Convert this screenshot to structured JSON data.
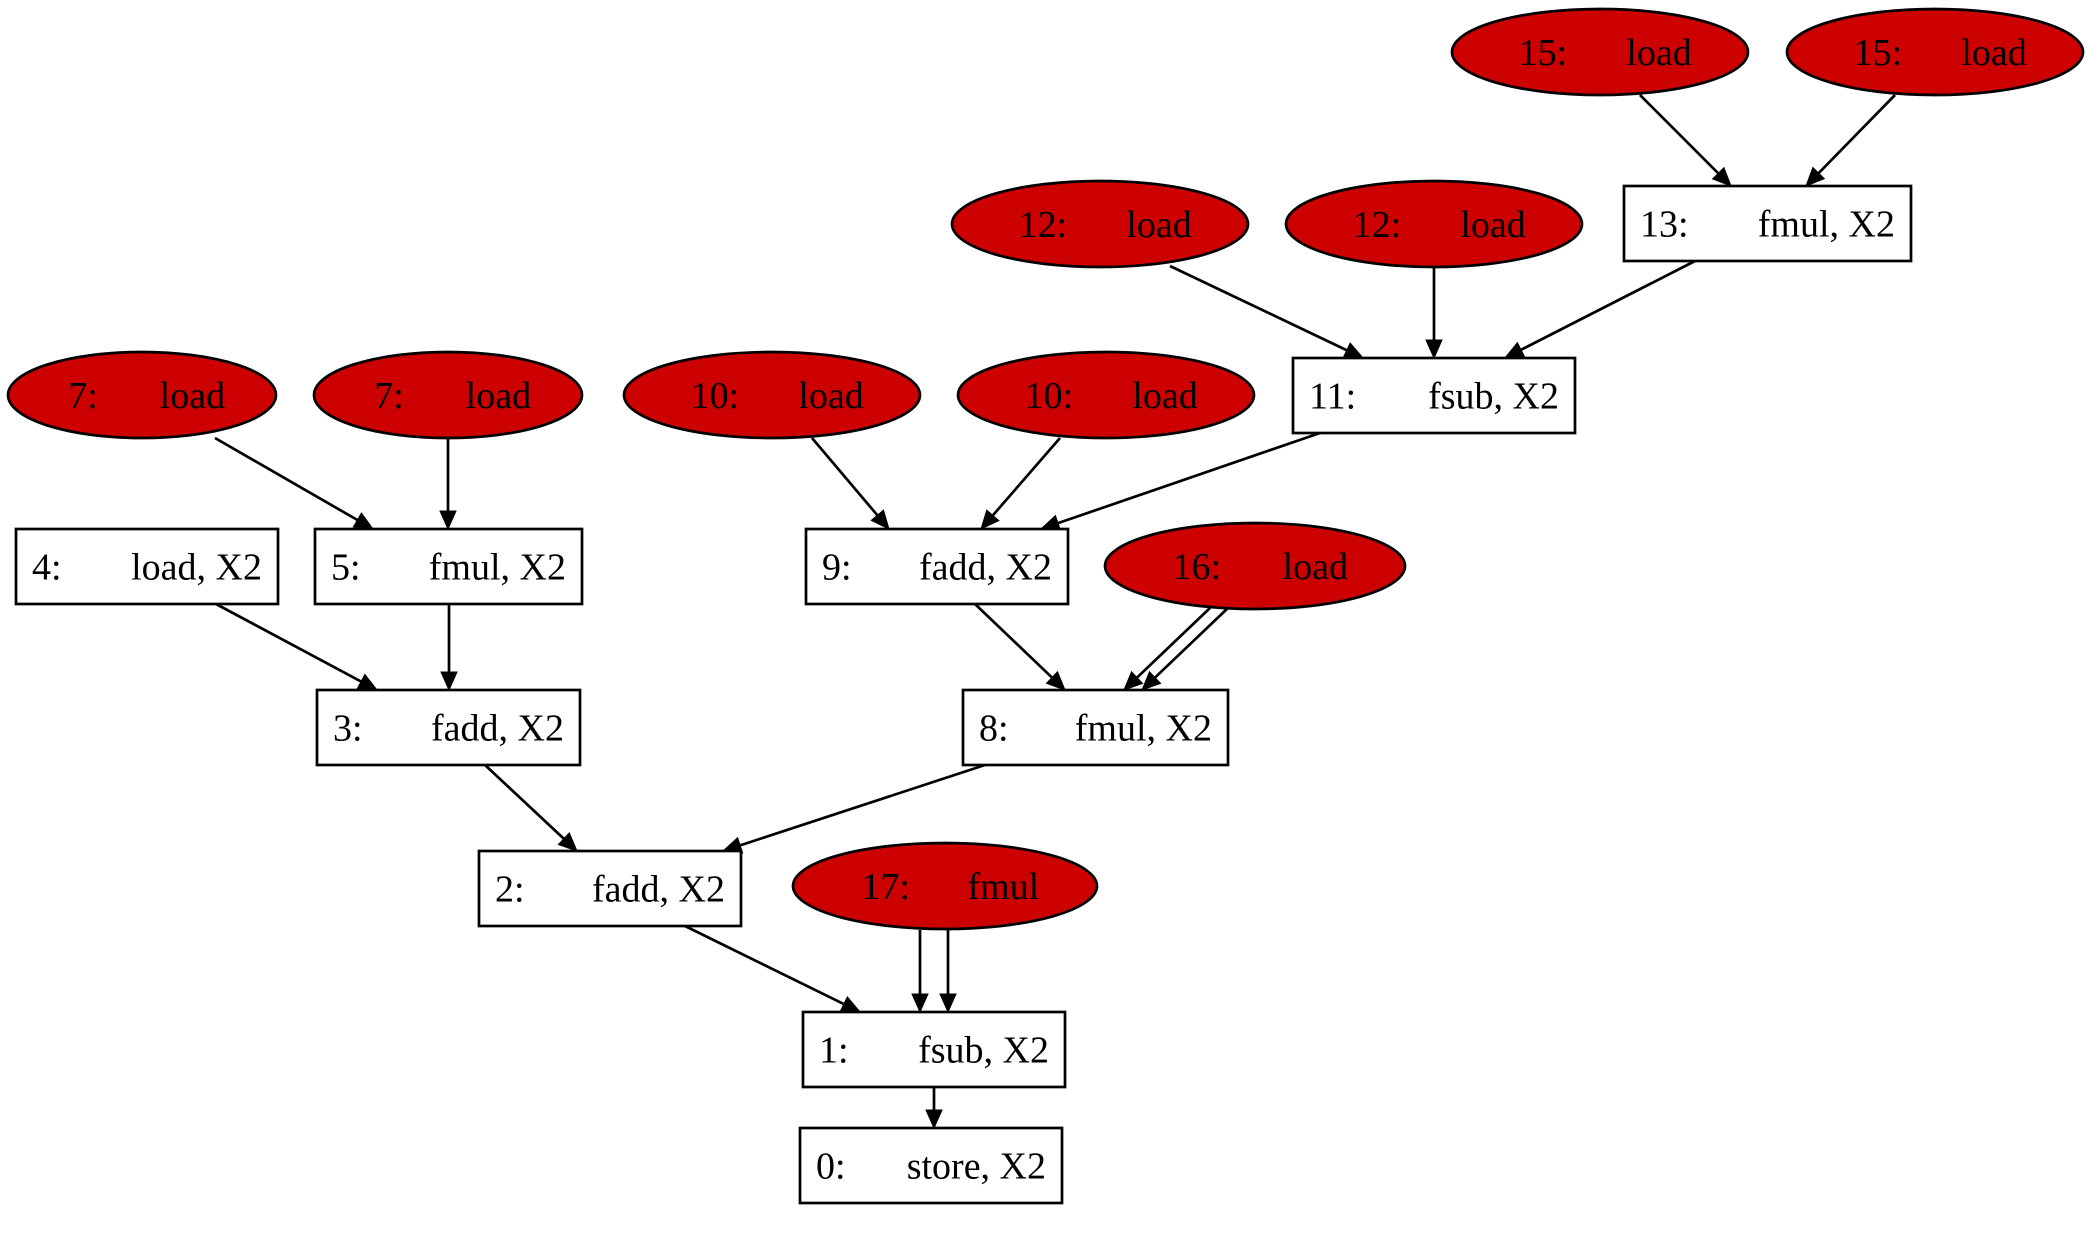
{
  "nodes": [
    {
      "id": "n0",
      "num": "0:",
      "op": "store, X2",
      "shape": "box"
    },
    {
      "id": "n1",
      "num": "1:",
      "op": "fsub, X2",
      "shape": "box"
    },
    {
      "id": "n2",
      "num": "2:",
      "op": "fadd, X2",
      "shape": "box"
    },
    {
      "id": "n17",
      "num": "17:",
      "op": "fmul",
      "shape": "oval"
    },
    {
      "id": "n3",
      "num": "3:",
      "op": "fadd, X2",
      "shape": "box"
    },
    {
      "id": "n8",
      "num": "8:",
      "op": "fmul, X2",
      "shape": "box"
    },
    {
      "id": "n4",
      "num": "4:",
      "op": "load, X2",
      "shape": "box"
    },
    {
      "id": "n5",
      "num": "5:",
      "op": "fmul, X2",
      "shape": "box"
    },
    {
      "id": "n9",
      "num": "9:",
      "op": "fadd, X2",
      "shape": "box"
    },
    {
      "id": "n16",
      "num": "16:",
      "op": "load",
      "shape": "oval"
    },
    {
      "id": "n7a",
      "num": "7:",
      "op": "load",
      "shape": "oval"
    },
    {
      "id": "n7b",
      "num": "7:",
      "op": "load",
      "shape": "oval"
    },
    {
      "id": "n10a",
      "num": "10:",
      "op": "load",
      "shape": "oval"
    },
    {
      "id": "n10b",
      "num": "10:",
      "op": "load",
      "shape": "oval"
    },
    {
      "id": "n11",
      "num": "11:",
      "op": "fsub, X2",
      "shape": "box"
    },
    {
      "id": "n12a",
      "num": "12:",
      "op": "load",
      "shape": "oval"
    },
    {
      "id": "n12b",
      "num": "12:",
      "op": "load",
      "shape": "oval"
    },
    {
      "id": "n13",
      "num": "13:",
      "op": "fmul, X2",
      "shape": "box"
    },
    {
      "id": "n15a",
      "num": "15:",
      "op": "load",
      "shape": "oval"
    },
    {
      "id": "n15b",
      "num": "15:",
      "op": "load",
      "shape": "oval"
    }
  ],
  "edges": [
    {
      "from": "n1",
      "to": "n0"
    },
    {
      "from": "n2",
      "to": "n1"
    },
    {
      "from": "n17",
      "to": "n1"
    },
    {
      "from": "n17",
      "to": "n1"
    },
    {
      "from": "n3",
      "to": "n2"
    },
    {
      "from": "n8",
      "to": "n2"
    },
    {
      "from": "n4",
      "to": "n3"
    },
    {
      "from": "n5",
      "to": "n3"
    },
    {
      "from": "n9",
      "to": "n8"
    },
    {
      "from": "n16",
      "to": "n8"
    },
    {
      "from": "n16",
      "to": "n8"
    },
    {
      "from": "n7a",
      "to": "n5"
    },
    {
      "from": "n7b",
      "to": "n5"
    },
    {
      "from": "n10a",
      "to": "n9"
    },
    {
      "from": "n10b",
      "to": "n9"
    },
    {
      "from": "n11",
      "to": "n9"
    },
    {
      "from": "n12a",
      "to": "n11"
    },
    {
      "from": "n12b",
      "to": "n11"
    },
    {
      "from": "n13",
      "to": "n11"
    },
    {
      "from": "n15a",
      "to": "n13"
    },
    {
      "from": "n15b",
      "to": "n13"
    }
  ],
  "colors": {
    "load_fill": "#cc0000",
    "box_fill": "#ffffff",
    "stroke": "#000000"
  }
}
